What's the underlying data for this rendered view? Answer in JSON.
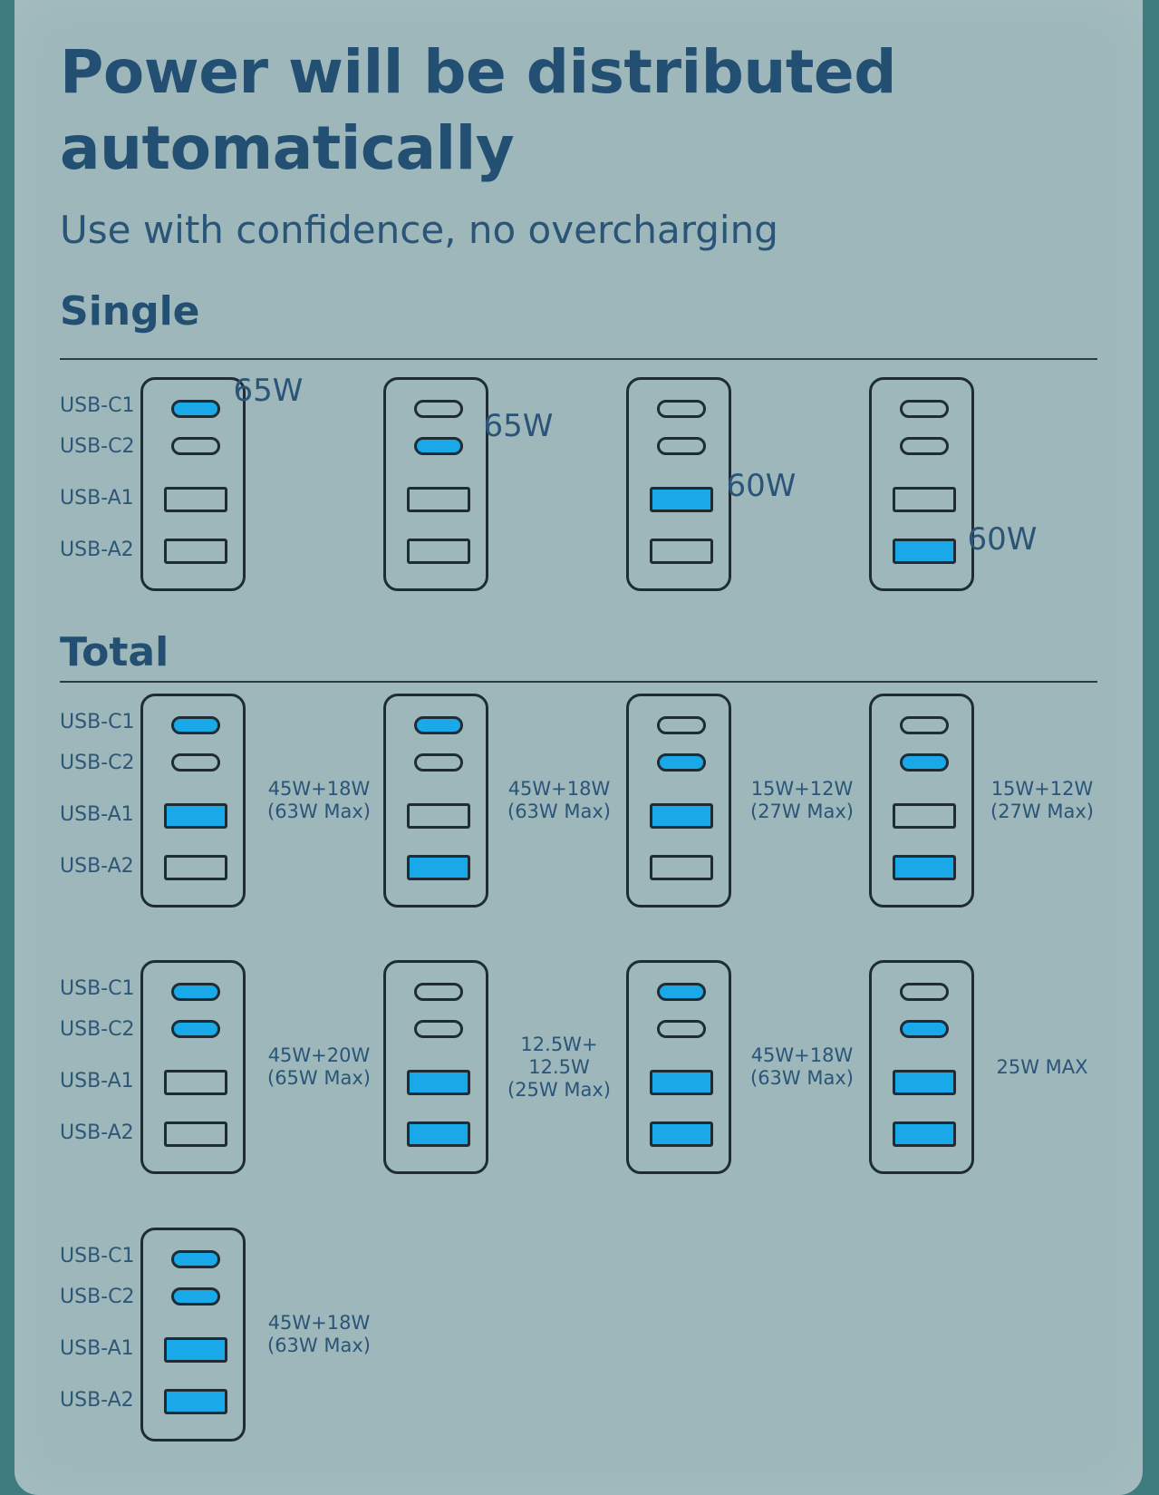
{
  "title": "Power will be distributed automatically",
  "subtitle": "Use with confidence, no overcharging",
  "sections": {
    "single": "Single",
    "total": "Total"
  },
  "port_labels": [
    "USB-C1",
    "USB-C2",
    "USB-A1",
    "USB-A2"
  ],
  "active_color": "#19a8e8",
  "single": [
    {
      "active": [
        true,
        false,
        false,
        false
      ],
      "watt": [
        "65W"
      ]
    },
    {
      "active": [
        false,
        true,
        false,
        false
      ],
      "watt": [
        "65W"
      ]
    },
    {
      "active": [
        false,
        false,
        true,
        false
      ],
      "watt": [
        "60W"
      ]
    },
    {
      "active": [
        false,
        false,
        false,
        true
      ],
      "watt": [
        "60W"
      ]
    }
  ],
  "total": [
    {
      "active": [
        true,
        false,
        true,
        false
      ],
      "watt": [
        "45W+18W",
        "(63W Max)"
      ]
    },
    {
      "active": [
        true,
        false,
        false,
        true
      ],
      "watt": [
        "45W+18W",
        "(63W Max)"
      ]
    },
    {
      "active": [
        false,
        true,
        true,
        false
      ],
      "watt": [
        "15W+12W",
        "(27W Max)"
      ]
    },
    {
      "active": [
        false,
        true,
        false,
        true
      ],
      "watt": [
        "15W+12W",
        "(27W Max)"
      ]
    },
    {
      "active": [
        true,
        true,
        false,
        false
      ],
      "watt": [
        "45W+20W",
        "(65W Max)"
      ]
    },
    {
      "active": [
        false,
        false,
        true,
        true
      ],
      "watt": [
        "12.5W+",
        "12.5W",
        "(25W Max)"
      ]
    },
    {
      "active": [
        true,
        false,
        true,
        true
      ],
      "watt": [
        "45W+18W",
        "(63W Max)"
      ]
    },
    {
      "active": [
        false,
        true,
        true,
        true
      ],
      "watt": [
        "25W MAX"
      ]
    },
    {
      "active": [
        true,
        true,
        true,
        true
      ],
      "watt": [
        "45W+18W",
        "(63W Max)"
      ]
    }
  ]
}
